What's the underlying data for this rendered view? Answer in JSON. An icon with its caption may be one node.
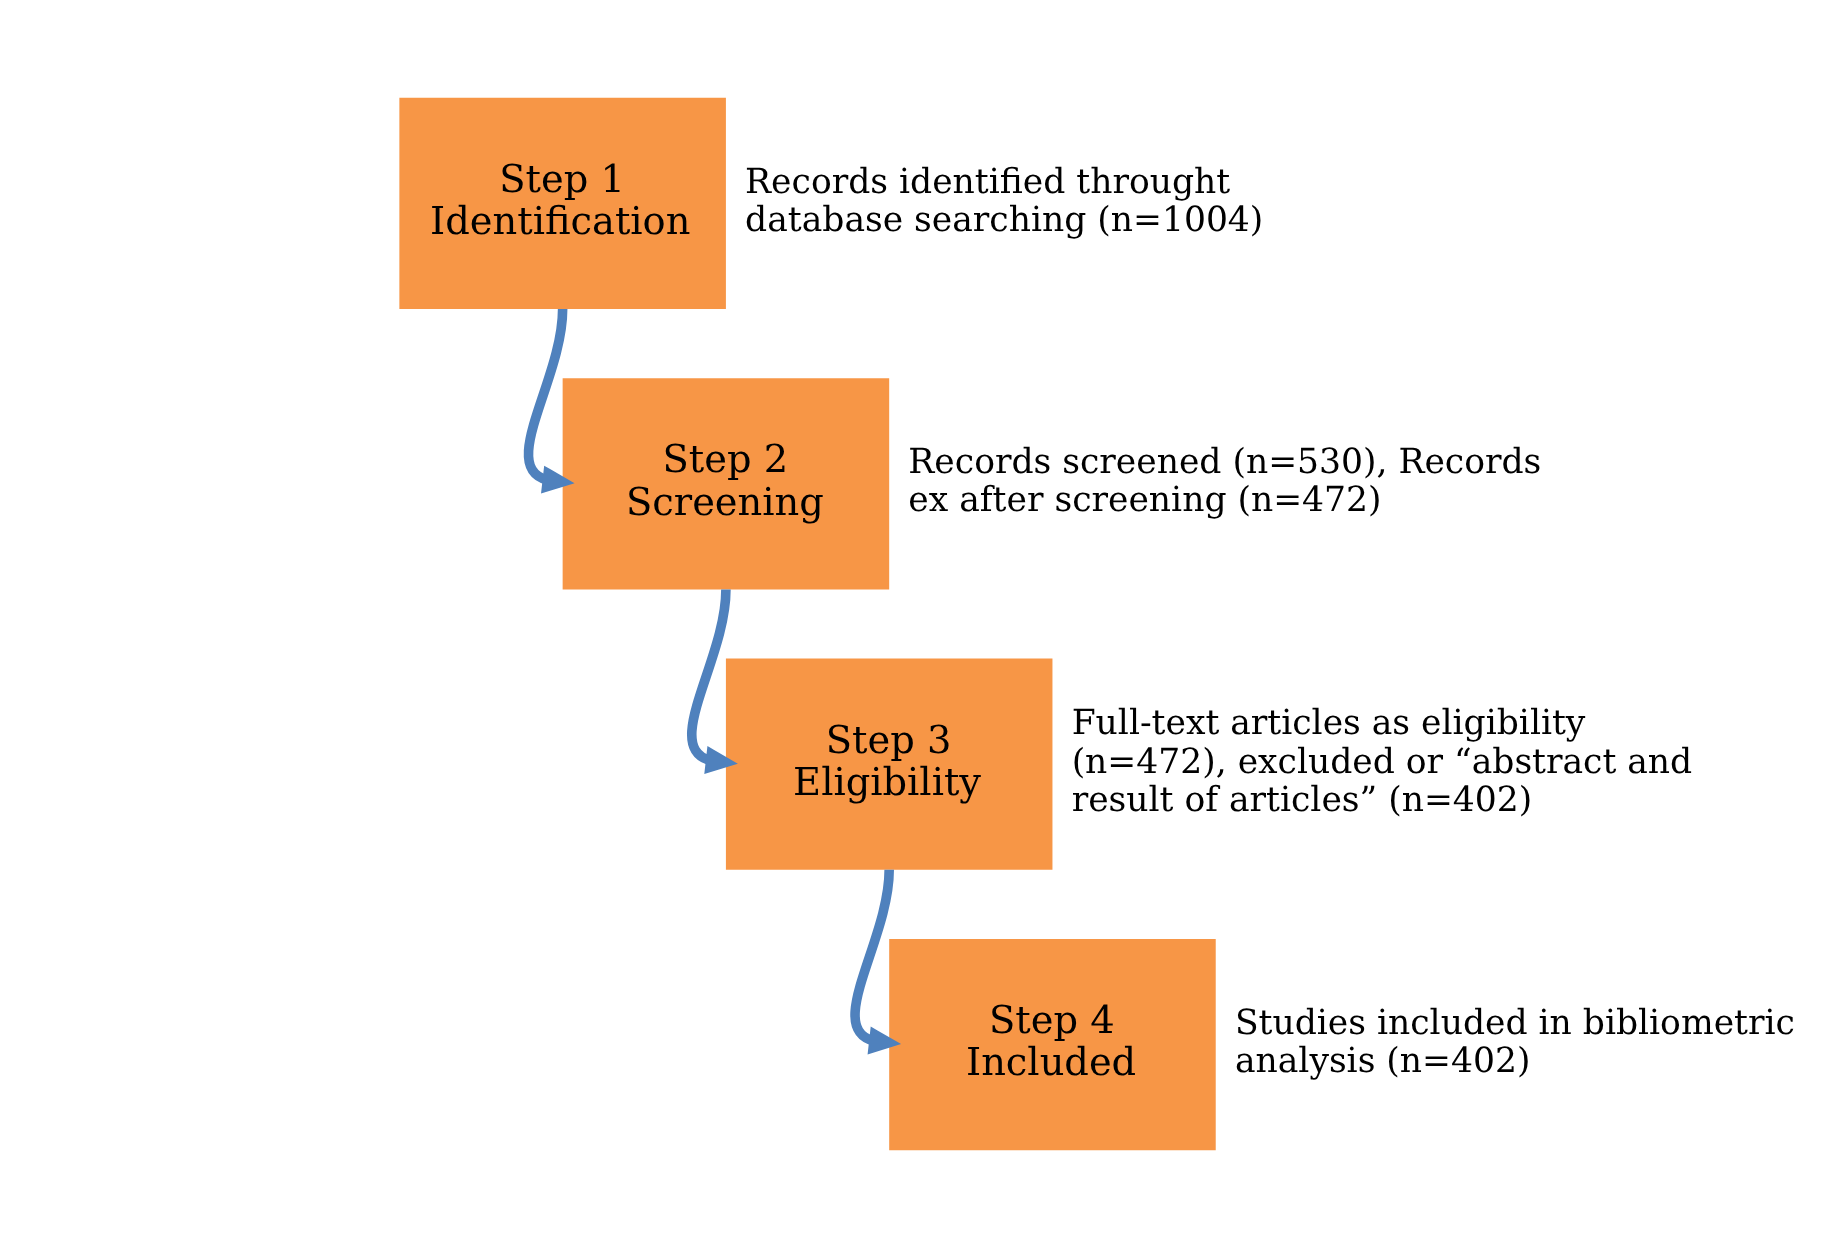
{
  "diagram": {
    "nodes": [
      {
        "text": [
          "Step 1",
          "Identification"
        ],
        "beside": [
          "Records identified throught database searching (n=1004)"
        ]
      },
      {
        "text": [
          "Step 2",
          "Screening"
        ],
        "beside": [
          "Records screened (n=530), Records ex after screening (n=472)"
        ]
      },
      {
        "text": [
          "Step 3",
          "Eligibility"
        ],
        "beside": [
          "Full-text articles as eligibility (n=472), excluded or “abstract and result of articles” (n=402)"
        ]
      },
      {
        "text": [
          "Step 4",
          "Included"
        ],
        "beside": [
          "Studies included in bibliometric analysis (n=402)"
        ]
      }
    ],
    "edges": [
      {
        "from": 0,
        "to": 1,
        "arrow": "to"
      },
      {
        "from": 1,
        "to": 2,
        "arrow": "to"
      },
      {
        "from": 2,
        "to": 3,
        "arrow": "to"
      }
    ]
  }
}
